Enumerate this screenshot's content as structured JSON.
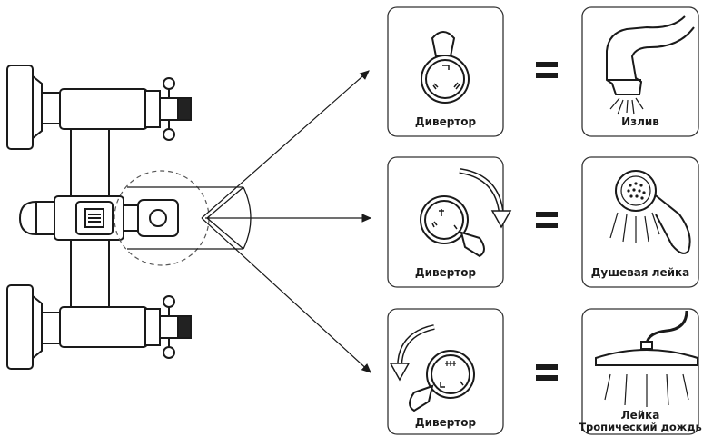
{
  "panels": {
    "row1": {
      "diverter_label": "Дивертор",
      "outlet_label": "Излив"
    },
    "row2": {
      "diverter_label": "Дивертор",
      "outlet_label": "Душевая лейка"
    },
    "row3": {
      "diverter_label": "Дивертор",
      "outlet_label_line1": "Лейка",
      "outlet_label_line2": "Тропический дождь"
    }
  },
  "colors": {
    "line": "#1a1a1a",
    "panel_border": "#333333",
    "equals": "#1a1a1a"
  },
  "icons": [
    "mixer-faucet",
    "magnifier-cone",
    "arrow",
    "diverter-knob",
    "rotation-arrow",
    "equals-sign",
    "spout-icon",
    "hand-shower-icon",
    "rain-shower-icon"
  ]
}
